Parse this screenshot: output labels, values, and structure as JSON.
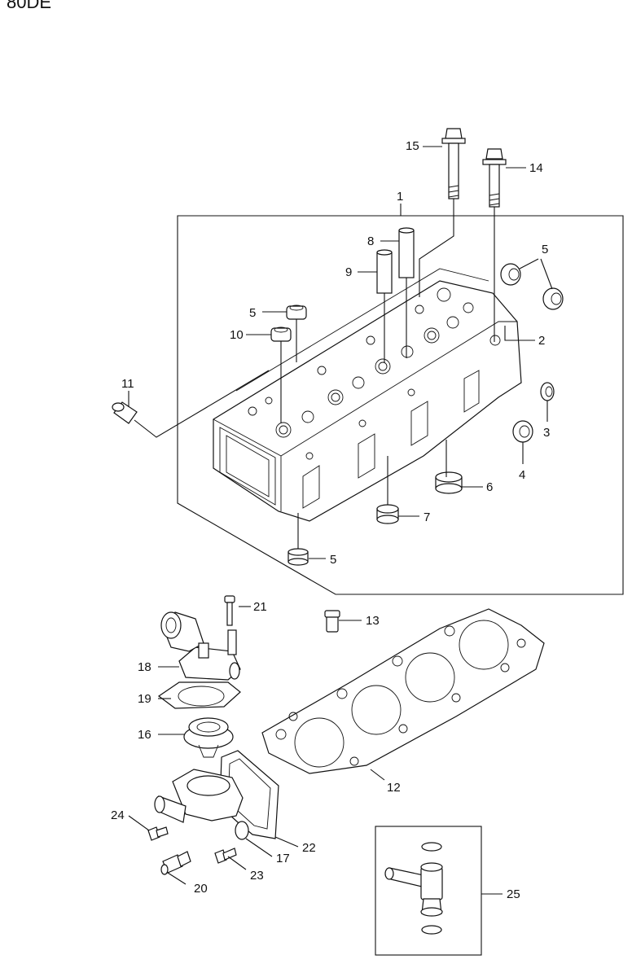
{
  "header": {
    "model_code": "80DE"
  },
  "callouts": [
    {
      "id": "c1",
      "text": "1"
    },
    {
      "id": "c2",
      "text": "2"
    },
    {
      "id": "c3",
      "text": "3"
    },
    {
      "id": "c4",
      "text": "4"
    },
    {
      "id": "c5a",
      "text": "5"
    },
    {
      "id": "c5b",
      "text": "5"
    },
    {
      "id": "c5c",
      "text": "5"
    },
    {
      "id": "c6",
      "text": "6"
    },
    {
      "id": "c7",
      "text": "7"
    },
    {
      "id": "c8",
      "text": "8"
    },
    {
      "id": "c9",
      "text": "9"
    },
    {
      "id": "c10",
      "text": "10"
    },
    {
      "id": "c11",
      "text": "11"
    },
    {
      "id": "c12",
      "text": "12"
    },
    {
      "id": "c13",
      "text": "13"
    },
    {
      "id": "c14",
      "text": "14"
    },
    {
      "id": "c15",
      "text": "15"
    },
    {
      "id": "c16",
      "text": "16"
    },
    {
      "id": "c17",
      "text": "17"
    },
    {
      "id": "c18",
      "text": "18"
    },
    {
      "id": "c19",
      "text": "19"
    },
    {
      "id": "c20",
      "text": "20"
    },
    {
      "id": "c21",
      "text": "21"
    },
    {
      "id": "c22",
      "text": "22"
    },
    {
      "id": "c23",
      "text": "23"
    },
    {
      "id": "c24",
      "text": "24"
    },
    {
      "id": "c25",
      "text": "25"
    }
  ]
}
